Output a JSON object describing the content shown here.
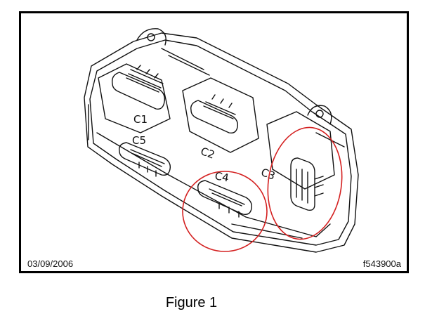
{
  "figure": {
    "date": "03/09/2006",
    "code": "f543900a",
    "caption": "Figure 1"
  },
  "connectors": {
    "c1": "C1",
    "c2": "C2",
    "c3": "C3",
    "c4": "C4",
    "c5": "C5"
  },
  "highlights": {
    "color": "#d42020",
    "circled": [
      "C3",
      "C4"
    ]
  }
}
